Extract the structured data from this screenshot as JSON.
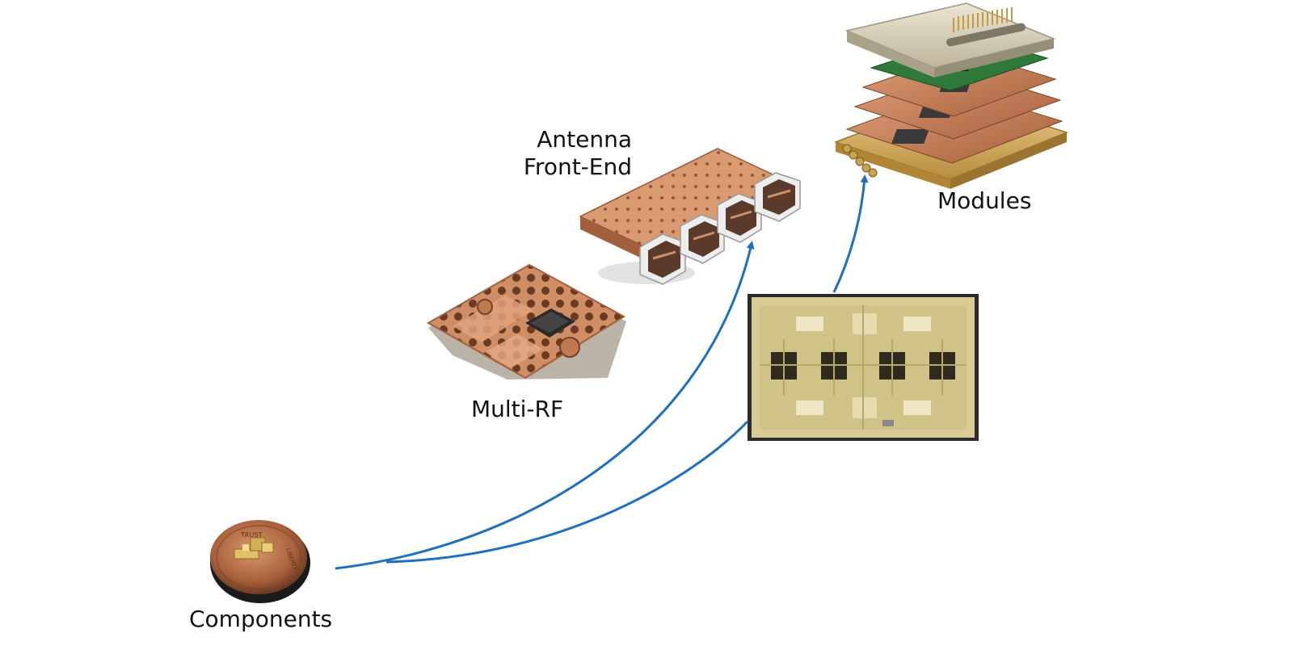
{
  "labels": {
    "components": "Components",
    "multi_rf": "Multi-RF",
    "antenna_line1": "Antenna",
    "antenna_line2": "Front-End",
    "modules": "Modules"
  },
  "penny_text": {
    "top": "TRUST",
    "right": "LIBERTY"
  },
  "colors": {
    "arrow": "#1f6fbf",
    "copper": "#c8805a",
    "copper_dark": "#8a4a2c",
    "gold": "#d9b56a",
    "pcb_green": "#2f7a3a",
    "chip_bg": "#d8cc94",
    "housing": "#d8d2bc"
  }
}
